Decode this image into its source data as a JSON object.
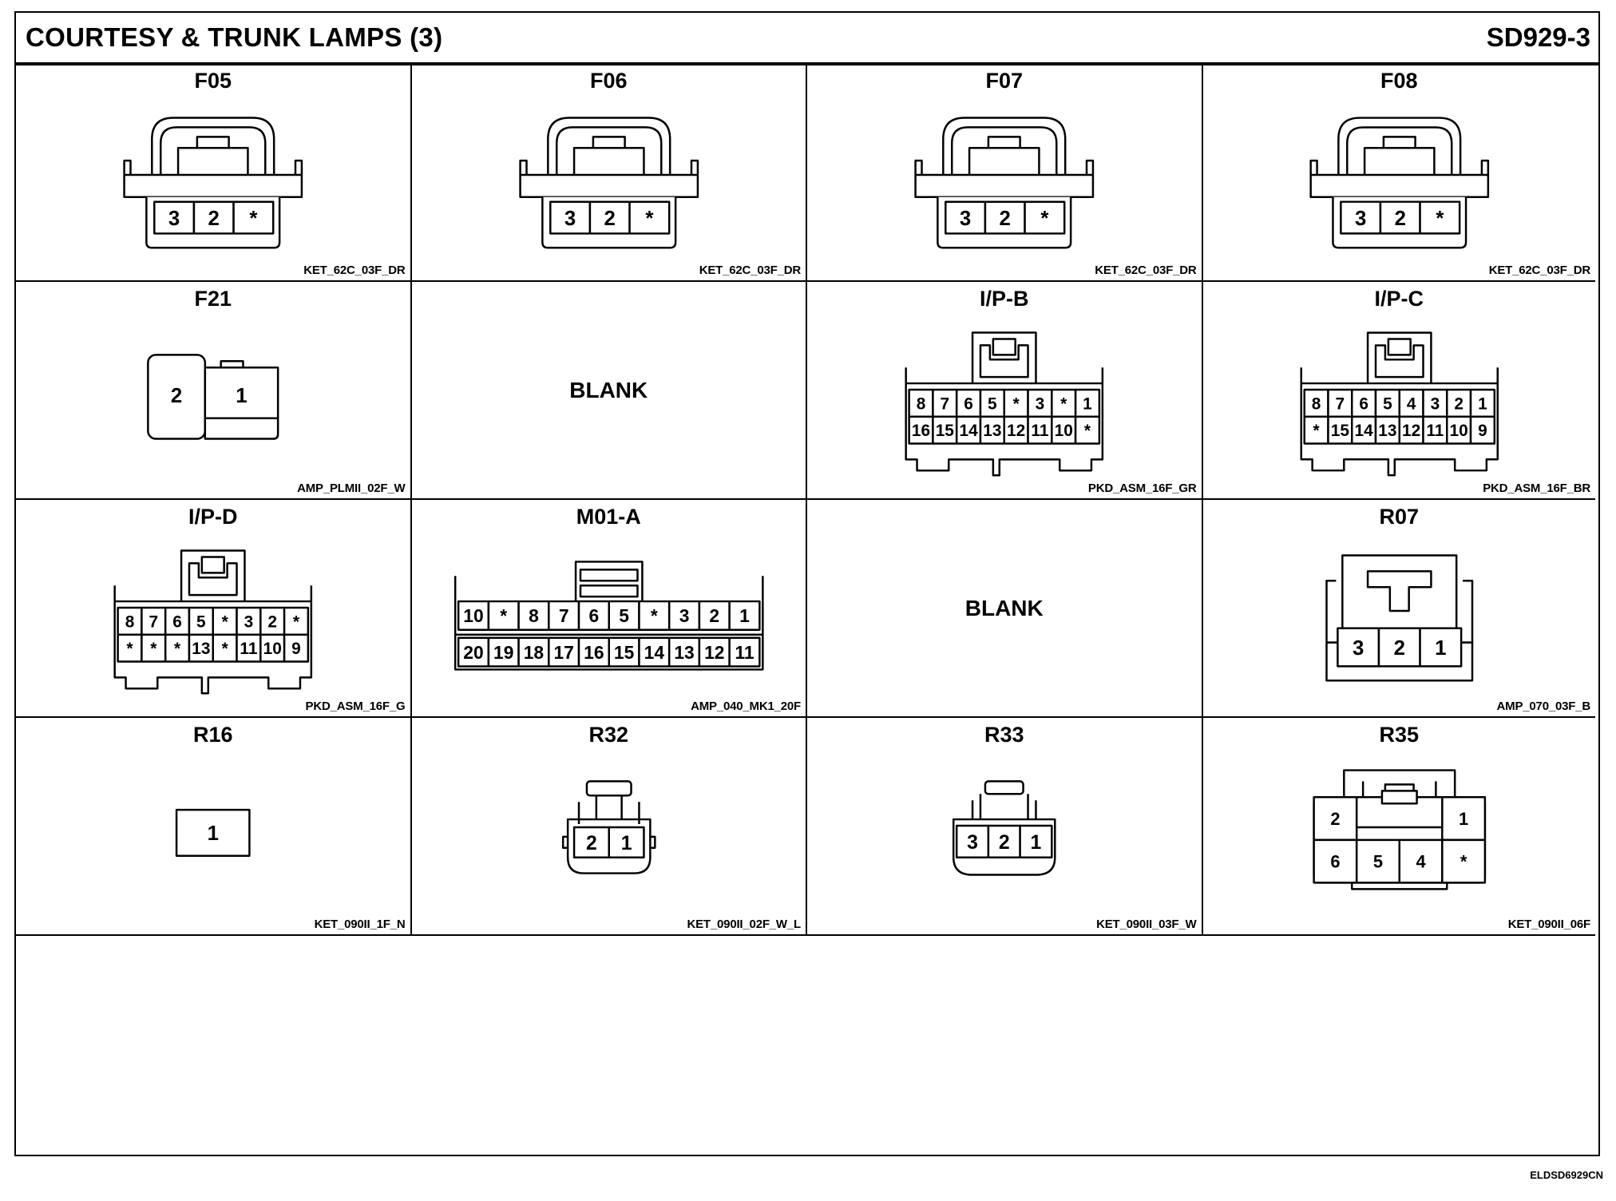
{
  "header": {
    "title": "COURTESY & TRUNK LAMPS (3)",
    "code": "SD929-3"
  },
  "footer": {
    "code": "ELDSD6929CN"
  },
  "cells": [
    {
      "title": "F05",
      "part": "KET_62C_03F_DR",
      "type": "ket62c",
      "pins": [
        "3",
        "2",
        "*"
      ]
    },
    {
      "title": "F06",
      "part": "KET_62C_03F_DR",
      "type": "ket62c",
      "pins": [
        "3",
        "2",
        "*"
      ]
    },
    {
      "title": "F07",
      "part": "KET_62C_03F_DR",
      "type": "ket62c",
      "pins": [
        "3",
        "2",
        "*"
      ]
    },
    {
      "title": "F08",
      "part": "KET_62C_03F_DR",
      "type": "ket62c",
      "pins": [
        "3",
        "2",
        "*"
      ]
    },
    {
      "title": "F21",
      "part": "AMP_PLMII_02F_W",
      "type": "amp2",
      "pins": [
        "2",
        "1"
      ]
    },
    {
      "title": "",
      "part": "",
      "type": "blank",
      "blank_label": "BLANK"
    },
    {
      "title": "I/P-B",
      "part": "PKD_ASM_16F_GR",
      "type": "pkd16",
      "rows": [
        [
          "8",
          "7",
          "6",
          "5",
          "*",
          "3",
          "*",
          "1"
        ],
        [
          "16",
          "15",
          "14",
          "13",
          "12",
          "11",
          "10",
          "*"
        ]
      ]
    },
    {
      "title": "I/P-C",
      "part": "PKD_ASM_16F_BR",
      "type": "pkd16",
      "rows": [
        [
          "8",
          "7",
          "6",
          "5",
          "4",
          "3",
          "2",
          "1"
        ],
        [
          "*",
          "15",
          "14",
          "13",
          "12",
          "11",
          "10",
          "9"
        ]
      ]
    },
    {
      "title": "I/P-D",
      "part": "PKD_ASM_16F_G",
      "type": "pkd16g",
      "rows": [
        [
          "8",
          "7",
          "6",
          "5",
          "*",
          "3",
          "2",
          "*"
        ],
        [
          "*",
          "*",
          "*",
          "13",
          "*",
          "11",
          "10",
          "9"
        ]
      ]
    },
    {
      "title": "M01-A",
      "part": "AMP_040_MK1_20F",
      "type": "amp20",
      "rows": [
        [
          "10",
          "*",
          "8",
          "7",
          "6",
          "5",
          "*",
          "3",
          "2",
          "1"
        ],
        [
          "20",
          "19",
          "18",
          "17",
          "16",
          "15",
          "14",
          "13",
          "12",
          "11"
        ]
      ]
    },
    {
      "title": "",
      "part": "",
      "type": "blank",
      "blank_label": "BLANK"
    },
    {
      "title": "R07",
      "part": "AMP_070_03F_B",
      "type": "amp070",
      "pins": [
        "3",
        "2",
        "1"
      ]
    },
    {
      "title": "R16",
      "part": "KET_090II_1F_N",
      "type": "single",
      "pins": [
        "1"
      ]
    },
    {
      "title": "R32",
      "part": "KET_090II_02F_W_L",
      "type": "ket090_2",
      "pins": [
        "2",
        "1"
      ]
    },
    {
      "title": "R33",
      "part": "KET_090II_03F_W",
      "type": "ket090_3",
      "pins": [
        "3",
        "2",
        "1"
      ]
    },
    {
      "title": "R35",
      "part": "KET_090II_06F",
      "type": "ket6",
      "rows": [
        [
          "2",
          "1"
        ],
        [
          "6",
          "5",
          "4",
          "*"
        ]
      ]
    }
  ]
}
